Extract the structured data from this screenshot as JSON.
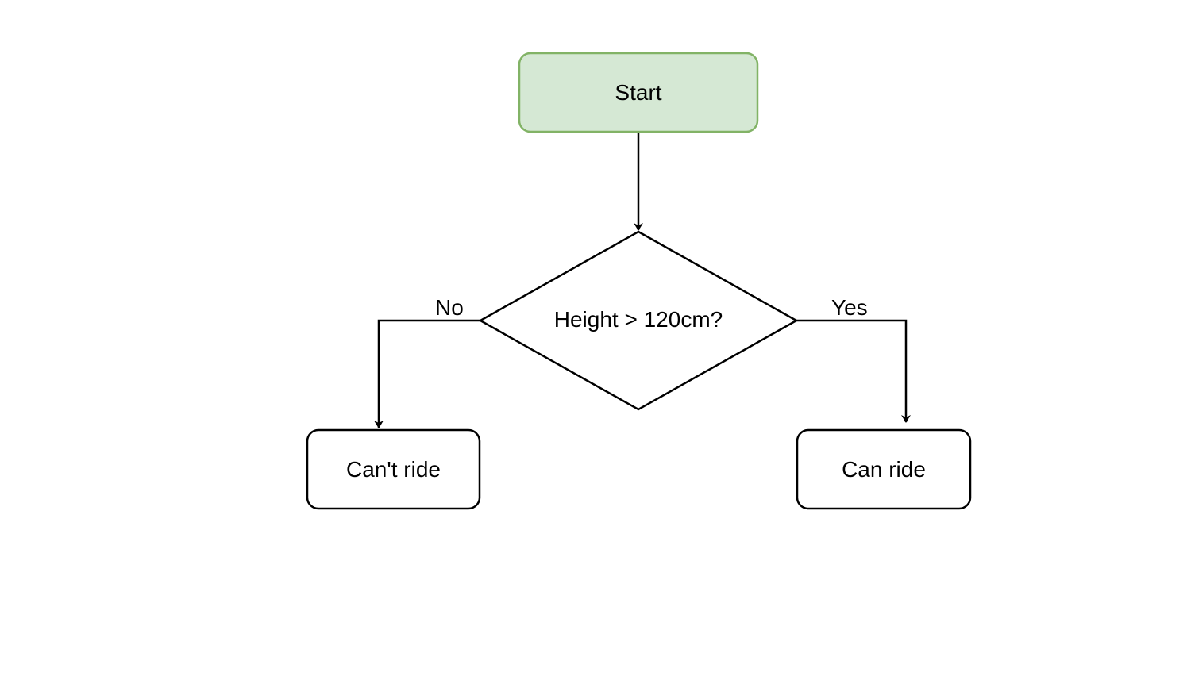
{
  "diagram": {
    "nodes": {
      "start": {
        "label": "Start",
        "shape": "rounded-rectangle",
        "fill": "#d5e8d4",
        "stroke": "#82b366"
      },
      "decision": {
        "label": "Height > 120cm?",
        "shape": "diamond",
        "fill": "#ffffff",
        "stroke": "#000000"
      },
      "cant_ride": {
        "label": "Can't ride",
        "shape": "rounded-rectangle",
        "fill": "#ffffff",
        "stroke": "#000000"
      },
      "can_ride": {
        "label": "Can ride",
        "shape": "rounded-rectangle",
        "fill": "#ffffff",
        "stroke": "#000000"
      }
    },
    "edges": {
      "start_to_decision": {
        "from": "start",
        "to": "decision",
        "label": ""
      },
      "decision_no": {
        "from": "decision",
        "to": "cant_ride",
        "label": "No"
      },
      "decision_yes": {
        "from": "decision",
        "to": "can_ride",
        "label": "Yes"
      }
    },
    "colors": {
      "line": "#000000",
      "background": "#ffffff"
    }
  }
}
